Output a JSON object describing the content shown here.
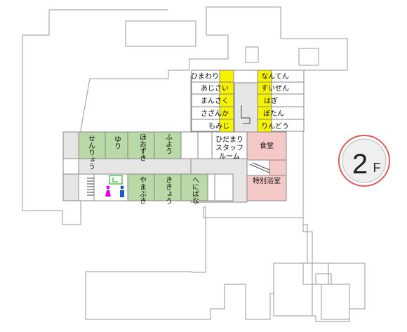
{
  "floor_badge": {
    "text": "2",
    "suffix": "F"
  },
  "colors": {
    "green_room": "#b9d9a7",
    "yellow_room": "#f7f200",
    "pink_room": "#f6c9c9",
    "corridor": "#e6e6e6",
    "outline": "#888888",
    "badge_border": "#e05a5a"
  },
  "rooms": {
    "himawari": "ひまわり",
    "ajisai": "あじさい",
    "mansaku": "まんさく",
    "sazanka": "さざんか",
    "momiji": "もみじ",
    "nanten": "なんてん",
    "suisen": "すいせん",
    "hagi": "はぎ",
    "botan": "ぼたん",
    "rindou": "りんどう",
    "hidamari": "ひだまり",
    "staff_room_1": "スタッフ",
    "staff_room_2": "ルーム",
    "shokudou": "食堂",
    "tokubetsu_yokushitsu": "特別浴室",
    "senryou": "せんりょう",
    "yuri": "ゆり",
    "hoozuki": "ほおずき",
    "fuyou": "ふよう",
    "yamabuki": "やまぶき",
    "kikyou": "ききょう",
    "henohana": "へにばな"
  }
}
